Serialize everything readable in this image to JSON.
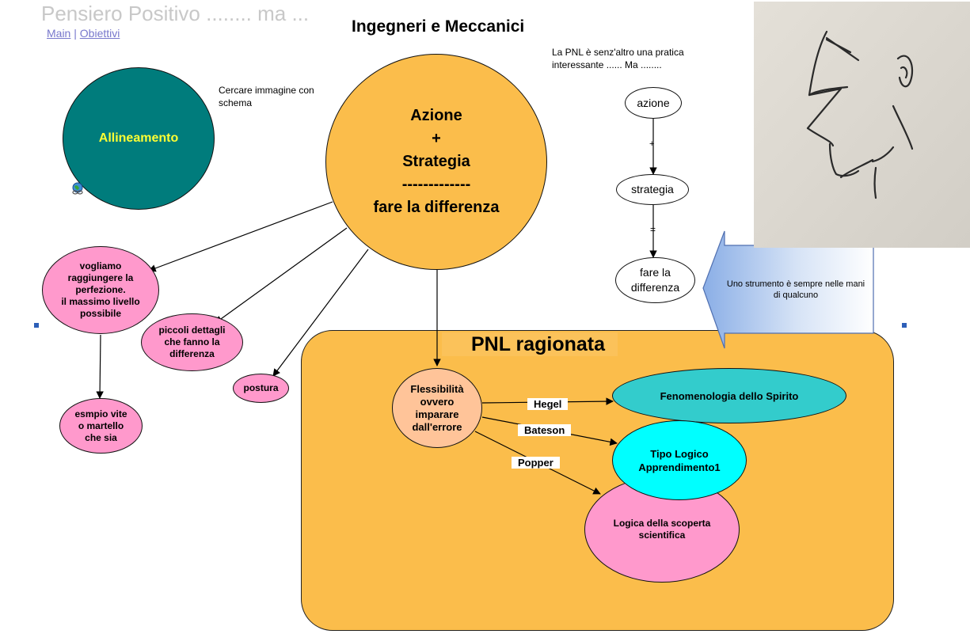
{
  "page": {
    "title": "Pensiero Positivo  ........ ma ...",
    "nav": {
      "main": "Main",
      "separator": "|",
      "objectives": "Obiettivi"
    },
    "heading": "Ingegneri e Meccanici"
  },
  "notes": {
    "image_note": "Cercare immagine con schema",
    "pnl_note": "La PNL è senz'altro una pratica interessante ...... Ma ........"
  },
  "nodes": {
    "center": {
      "line1": "Azione",
      "line2": "+",
      "line3": "Strategia",
      "line4": "-------------",
      "line5": "fare la differenza"
    },
    "alignment": "Allineamento",
    "perfection": {
      "l1": "vogliamo",
      "l2": "raggiungere la",
      "l3": "perfezione.",
      "l4": "il massimo livello",
      "l5": "possibile"
    },
    "details": {
      "l1": "piccoli dettagli",
      "l2": "che fanno la",
      "l3": "differenza"
    },
    "posture": "postura",
    "example": {
      "l1": "esmpio vite",
      "l2": "o martello",
      "l3": "che sia"
    },
    "flexibility": {
      "l1": "Flessibilità",
      "l2": "ovvero",
      "l3": "imparare",
      "l4": "dall'errore"
    },
    "phenomenology": "Fenomenologia dello Spirito",
    "logical_type": {
      "l1": "Tipo Logico",
      "l2": "Apprendimento1"
    },
    "logic_discovery": {
      "l1": "Logica della scoperta",
      "l2": "scientifica"
    }
  },
  "pnl_box": {
    "title": "PNL ragionata"
  },
  "edge_labels": {
    "hegel": "Hegel",
    "bateson": "Bateson",
    "popper": "Popper"
  },
  "formula": {
    "azione": "azione",
    "plus": "+",
    "strategia": "strategia",
    "equals": "=",
    "fare_l1": "fare la",
    "fare_l2": "differenza"
  },
  "callout": "Uno strumento è sempre nelle mani di qualcuno",
  "colors": {
    "orange": "#fbbd4b",
    "teal": "#007c7c",
    "pink": "#ff99cc",
    "peach": "#ffc499",
    "cyan": "#00ffff",
    "teal_light": "#33cccc",
    "callout_blue": "#b7cdee"
  },
  "icons": {
    "link": "globe-link-icon",
    "photo": "sketch-face-icon"
  }
}
